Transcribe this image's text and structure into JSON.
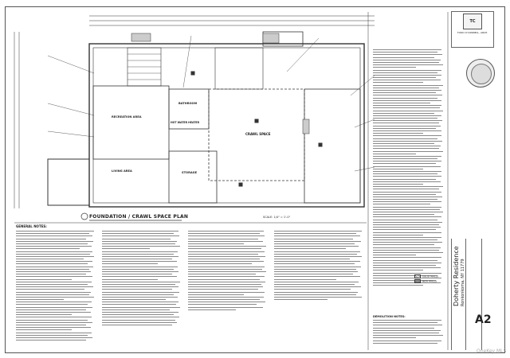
{
  "drawing": {
    "plan_title": "FOUNDATION / CRAWL SPACE PLAN",
    "plan_scale": "SCALE: 1/4\" = 1'-0\"",
    "general_notes_title": "GENERAL NOTES:",
    "demolition_title": "DEMOLITION NOTES:",
    "rooms": [
      {
        "label": "RECREATION AREA"
      },
      {
        "label": "BATHROOM"
      },
      {
        "label": "CRAWL SPACE"
      },
      {
        "label": "STORAGE"
      },
      {
        "label": "LIVING AREA"
      },
      {
        "label": "HOT WATER HEATER"
      }
    ],
    "legend": [
      {
        "label": "SOLID WALLS"
      },
      {
        "label": "NEW WALLS"
      }
    ]
  },
  "title_block": {
    "project": "Doherty Residence",
    "address": "Ronkonkoma, NY 11779",
    "sheet_number": "A2",
    "firm_logo_text": "TC",
    "firm_name": "TODD O'CONNELL, ARCH."
  },
  "watermark": "OneKey MLS"
}
